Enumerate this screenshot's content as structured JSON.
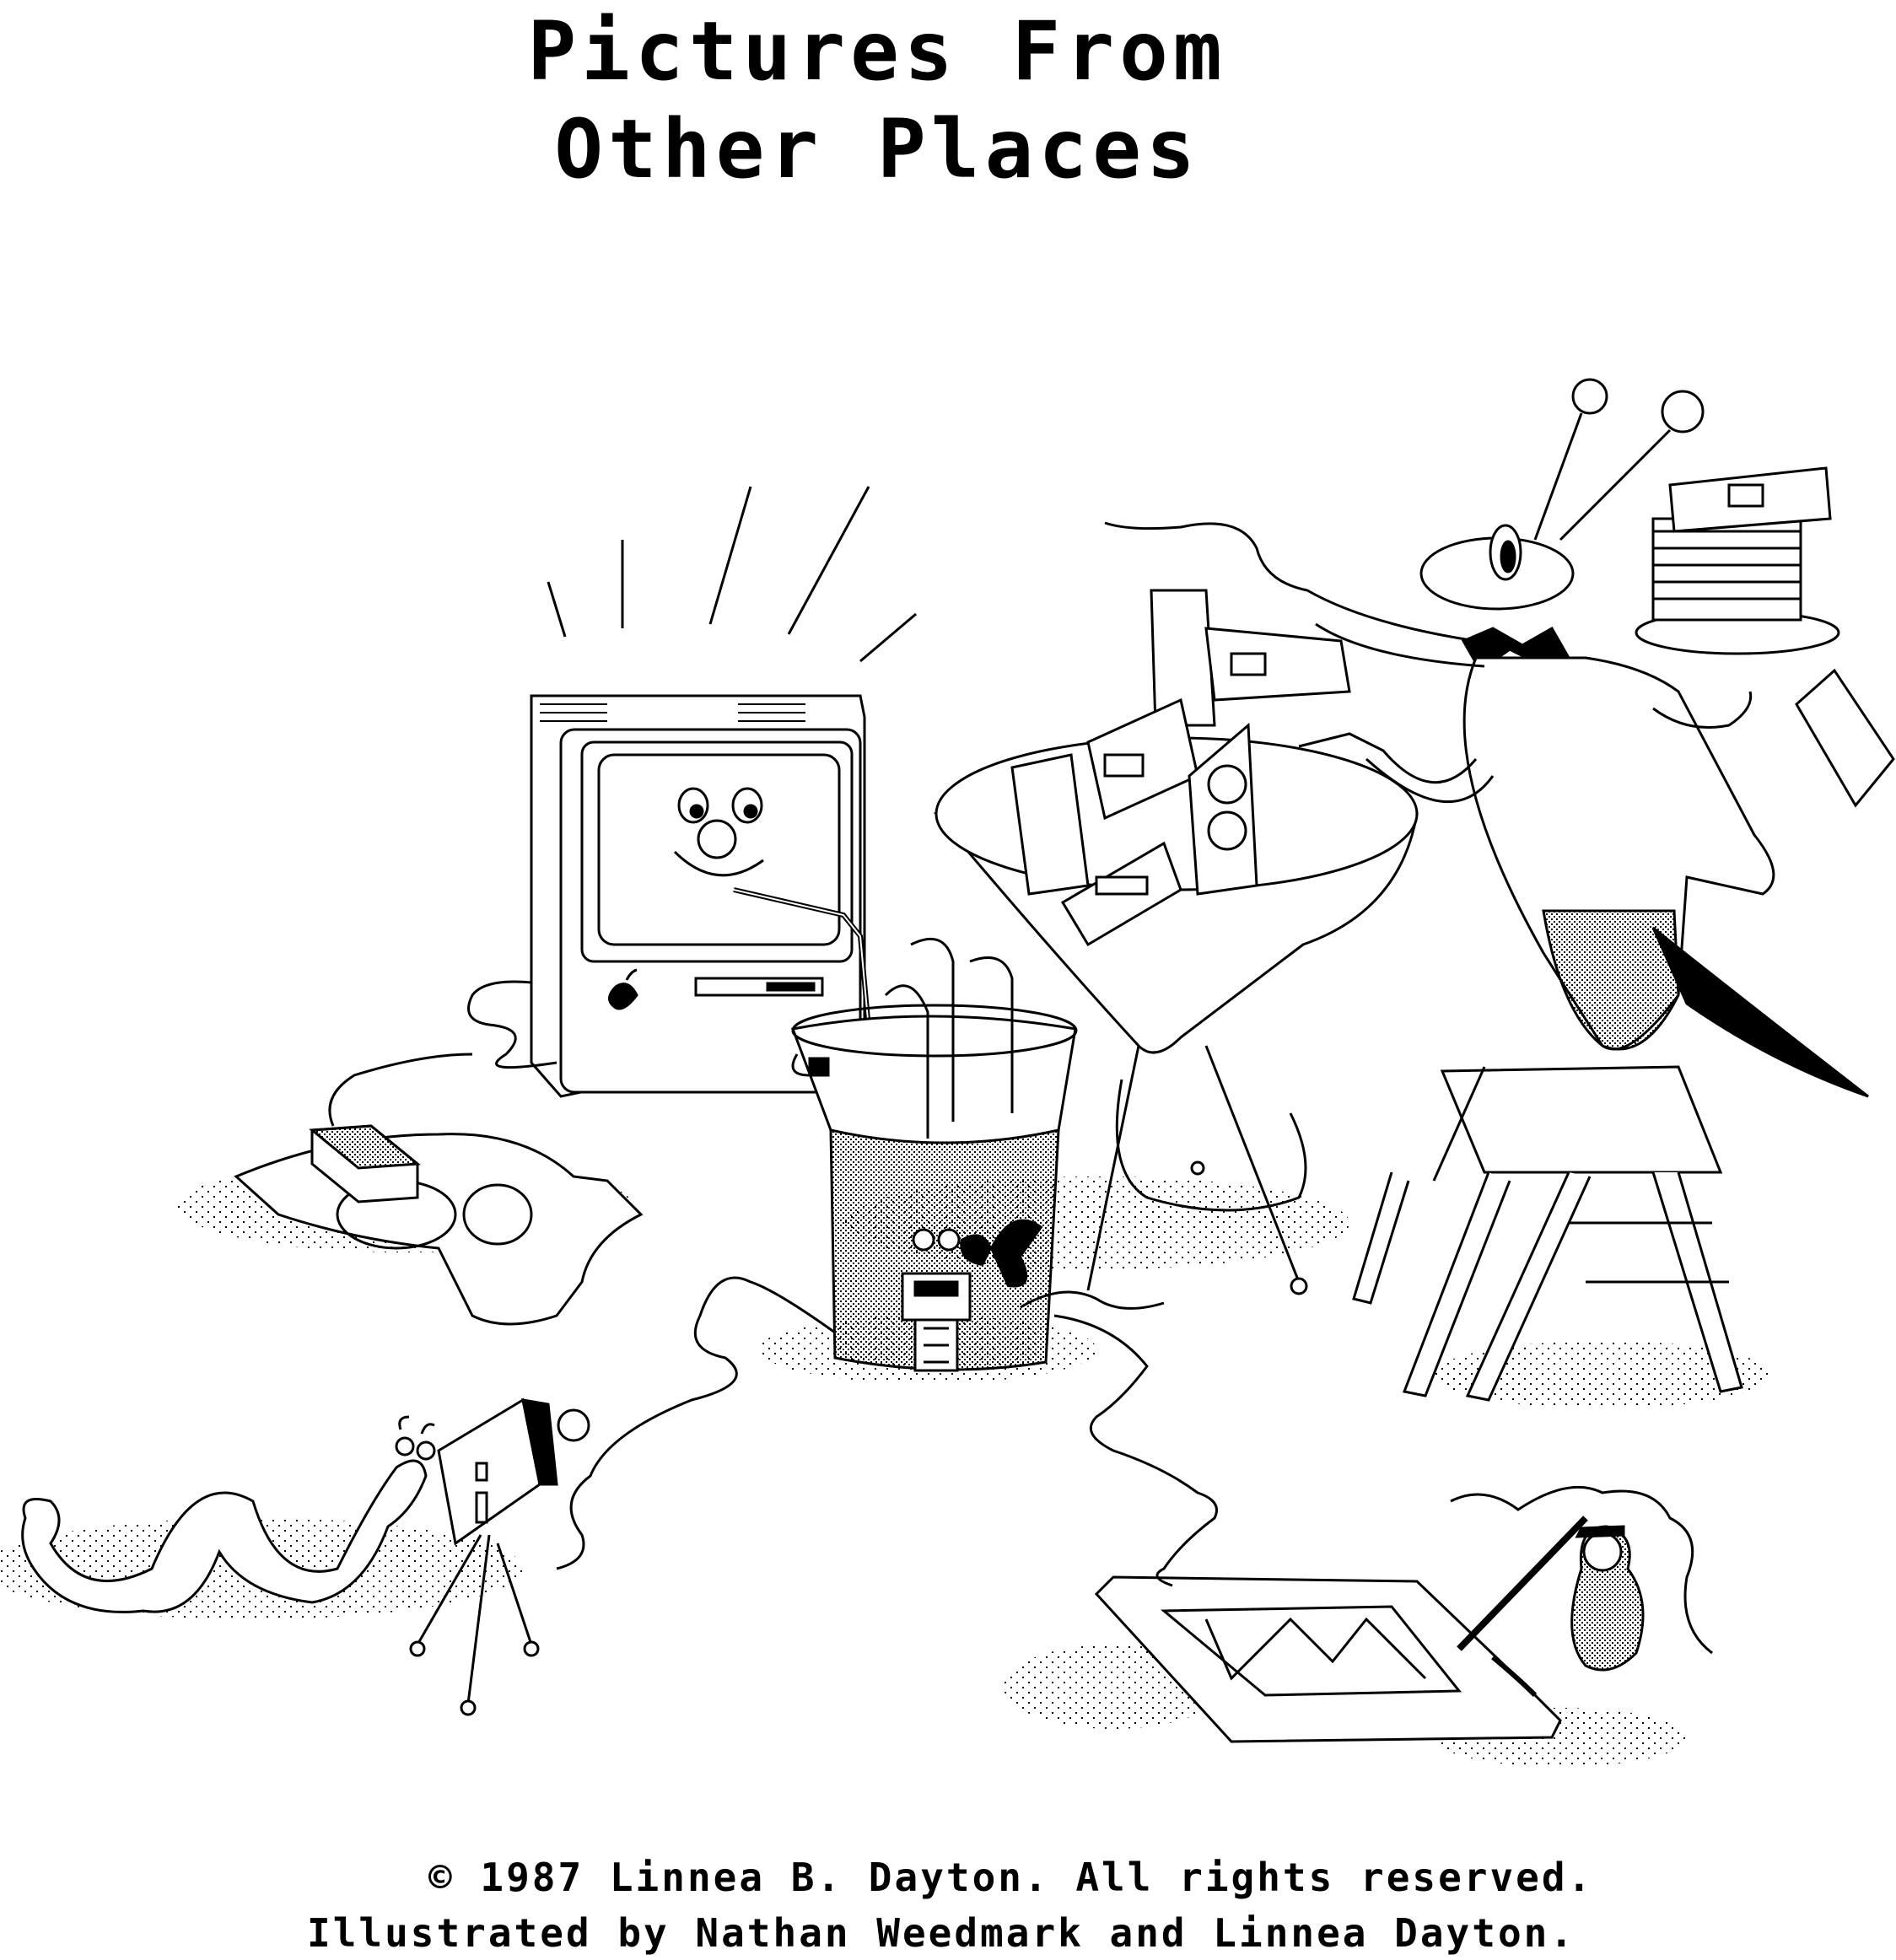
{
  "title": {
    "line1": "Pictures From",
    "line2": "Other Places"
  },
  "credits": {
    "line1": "© 1987 Linnea B. Dayton.  All rights reserved.",
    "line2": "Illustrated by Nathan Weedmark and Linnea Dayton."
  },
  "colors": {
    "ink": "#000000",
    "paper": "#ffffff"
  }
}
